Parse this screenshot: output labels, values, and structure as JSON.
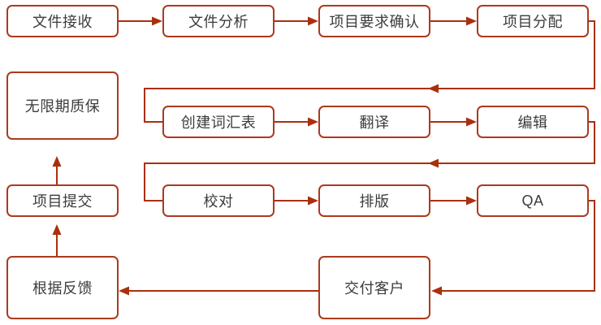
{
  "nodes": [
    {
      "id": "file-receiving",
      "label": "文件接收"
    },
    {
      "id": "file-analysis",
      "label": "文件分析"
    },
    {
      "id": "requirements-confirmation",
      "label": "项目要求确认"
    },
    {
      "id": "project-assignment",
      "label": "项目分配"
    },
    {
      "id": "unlimited-warranty",
      "label": "无限期质保"
    },
    {
      "id": "create-glossary",
      "label": "创建词汇表"
    },
    {
      "id": "translation",
      "label": "翻译"
    },
    {
      "id": "editing",
      "label": "编辑"
    },
    {
      "id": "project-submission",
      "label": "项目提交"
    },
    {
      "id": "proofreading",
      "label": "校对"
    },
    {
      "id": "typesetting",
      "label": "排版"
    },
    {
      "id": "qa",
      "label": "QA"
    },
    {
      "id": "feedback",
      "label": "根据反馈"
    },
    {
      "id": "deliver-to-client",
      "label": "交付客户"
    }
  ],
  "edges": [
    {
      "from": "文件接收",
      "to": "文件分析"
    },
    {
      "from": "文件分析",
      "to": "项目要求确认"
    },
    {
      "from": "项目要求确认",
      "to": "项目分配"
    },
    {
      "from": "项目分配",
      "to": "创建词汇表"
    },
    {
      "from": "创建词汇表",
      "to": "翻译"
    },
    {
      "from": "翻译",
      "to": "编辑"
    },
    {
      "from": "编辑",
      "to": "校对"
    },
    {
      "from": "校对",
      "to": "排版"
    },
    {
      "from": "排版",
      "to": "QA"
    },
    {
      "from": "QA",
      "to": "交付客户"
    },
    {
      "from": "交付客户",
      "to": "根据反馈"
    },
    {
      "from": "根据反馈",
      "to": "项目提交"
    },
    {
      "from": "项目提交",
      "to": "无限期质保"
    }
  ],
  "colors": {
    "box_border": "#AC3A1E",
    "connector": "#A9300E",
    "text": "#3C3C3C",
    "background": "#FFFFFF"
  }
}
